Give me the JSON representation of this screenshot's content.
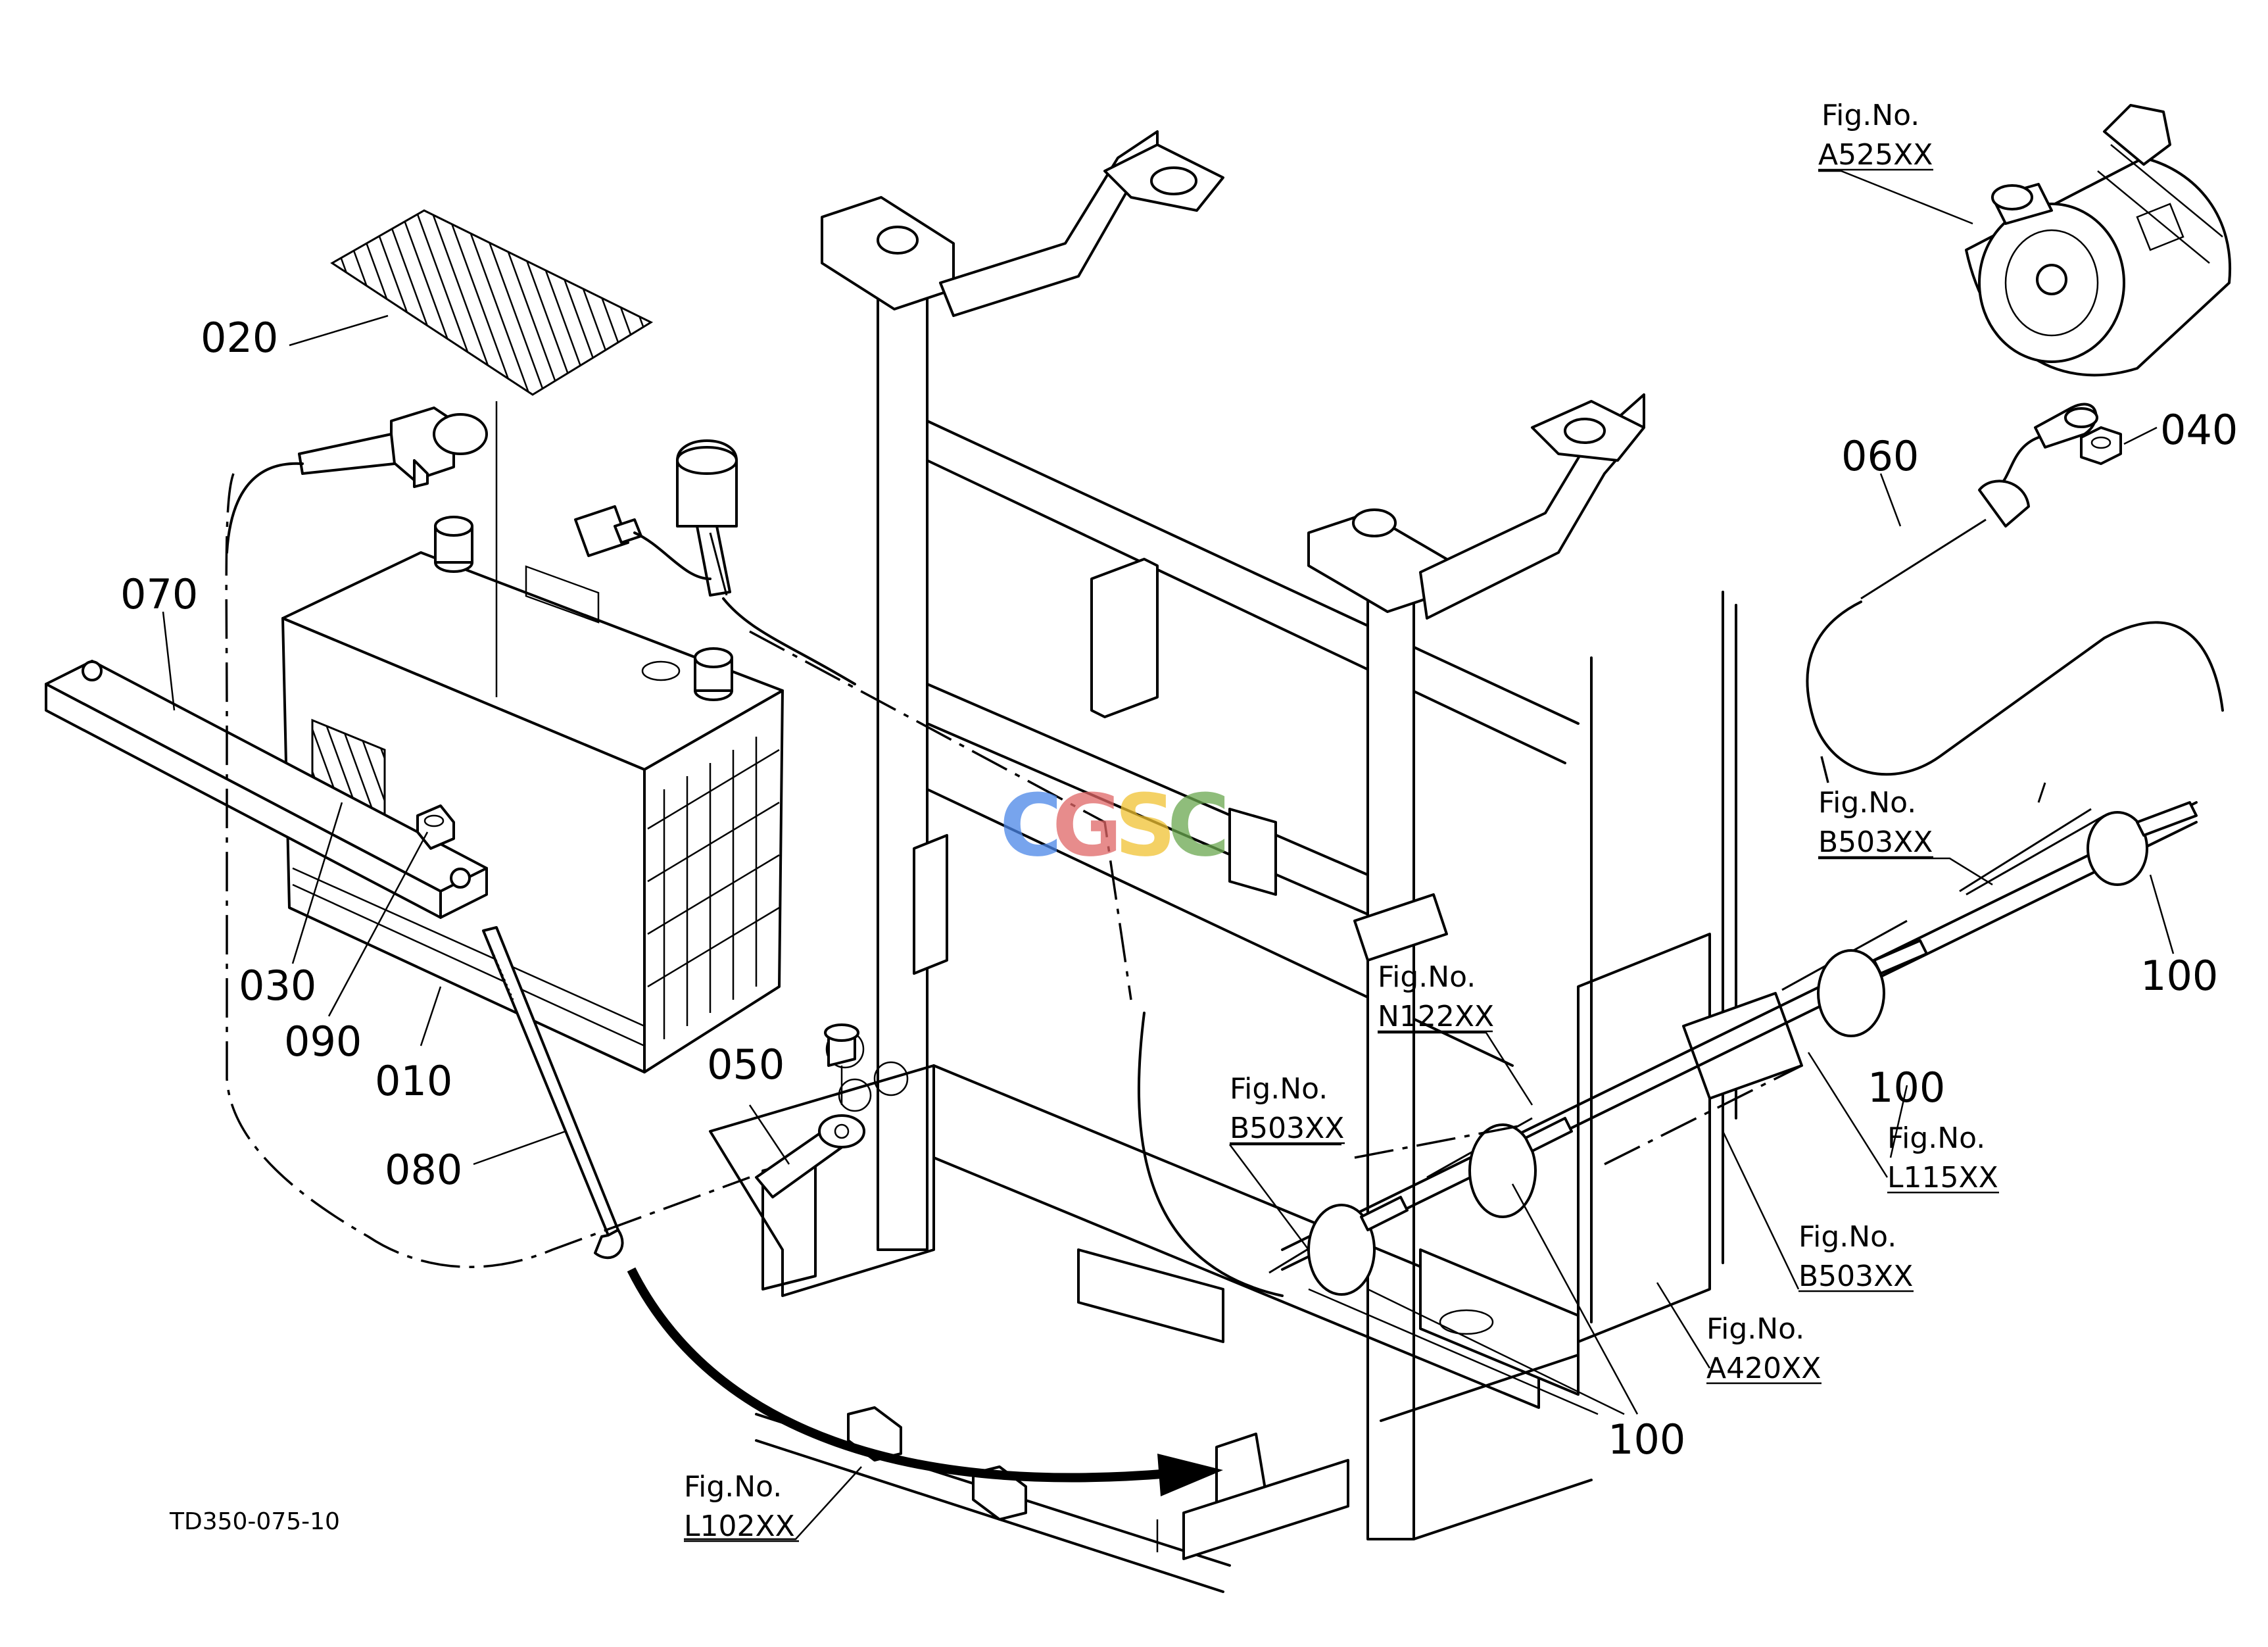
{
  "drawing_code": "TD350-075-10",
  "watermark": "CGSC",
  "watermark_colors": [
    "#4a86e8",
    "#e06666",
    "#f1c232",
    "#6aa84f"
  ],
  "part_labels": {
    "p010": "010",
    "p020": "020",
    "p030": "030",
    "p040": "040",
    "p050": "050",
    "p060": "060",
    "p070": "070",
    "p080": "080",
    "p090": "090",
    "p100a": "100",
    "p100b": "100",
    "p100c": "100"
  },
  "fig_refs": {
    "a525": {
      "label": "Fig.No.",
      "code": "A525XX"
    },
    "b503_top": {
      "label": "Fig.No.",
      "code": "B503XX"
    },
    "n122": {
      "label": "Fig.No.",
      "code": "N122XX"
    },
    "b503_mid": {
      "label": "Fig.No.",
      "code": "B503XX"
    },
    "l115": {
      "label": "Fig.No.",
      "code": "L115XX"
    },
    "b503_right": {
      "label": "Fig.No.",
      "code": "B503XX"
    },
    "a420": {
      "label": "Fig.No.",
      "code": "A420XX"
    },
    "l102": {
      "label": "Fig.No.",
      "code": "L102XX"
    }
  }
}
